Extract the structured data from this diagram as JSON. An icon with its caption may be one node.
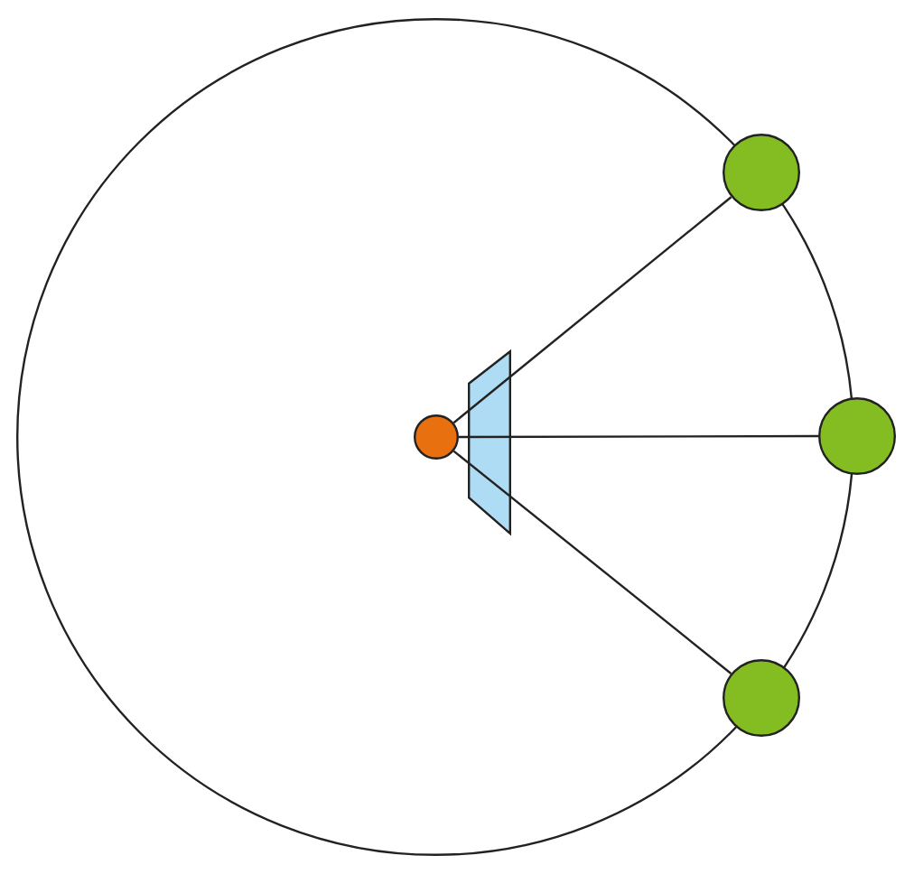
{
  "diagram": {
    "nodes": [
      {
        "text": [],
        "shape": "circle"
      },
      {
        "text": [],
        "shape": "picture",
        "in": 0
      },
      {
        "text": [],
        "shape": "circle"
      },
      {
        "text": [],
        "shape": "circle"
      },
      {
        "text": [],
        "shape": "circle"
      }
    ],
    "edges": [
      {
        "from": 1,
        "to": 2,
        "arrow": "none"
      },
      {
        "from": 1,
        "to": 3,
        "arrow": "none"
      },
      {
        "from": 1,
        "to": 4,
        "arrow": "none"
      }
    ]
  }
}
